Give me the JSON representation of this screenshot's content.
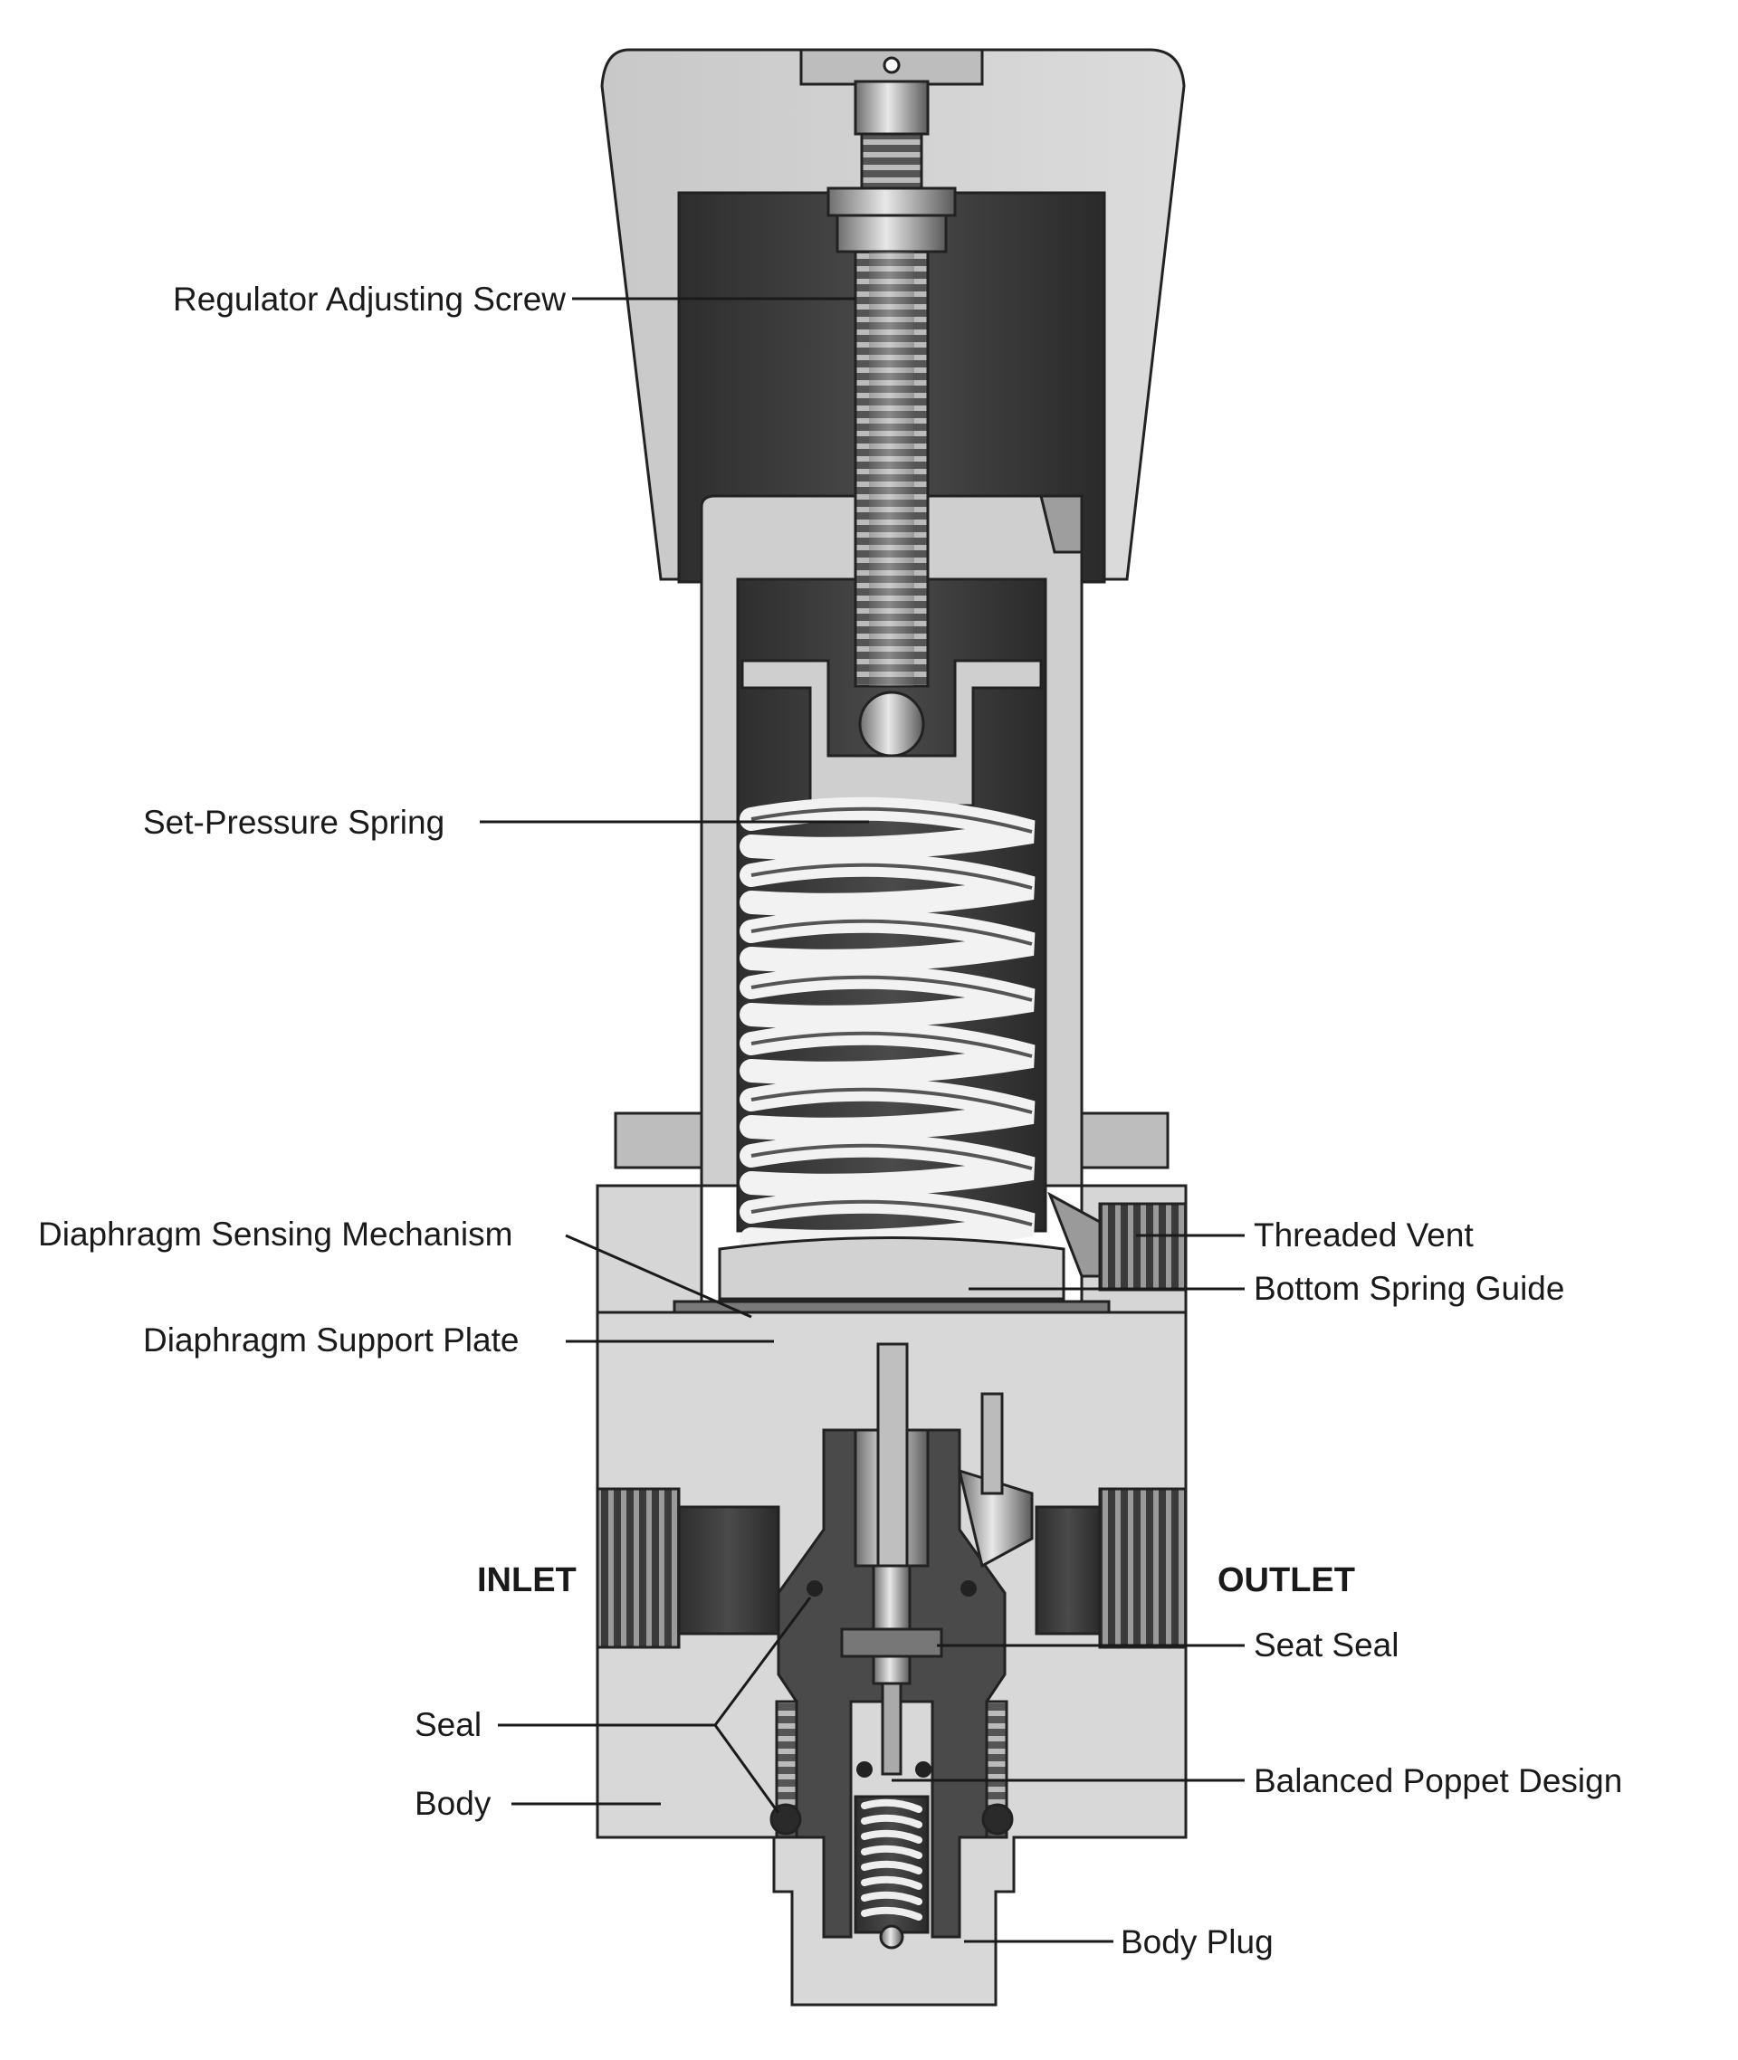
{
  "labels": {
    "adjusting_screw": "Regulator Adjusting Screw",
    "set_pressure_spring": "Set-Pressure Spring",
    "diaphragm_sensing": "Diaphragm Sensing Mechanism",
    "diaphragm_support": "Diaphragm Support Plate",
    "threaded_vent": "Threaded Vent",
    "bottom_spring_guide": "Bottom Spring Guide",
    "inlet": "INLET",
    "outlet": "OUTLET",
    "seat_seal": "Seat Seal",
    "seal": "Seal",
    "body": "Body",
    "balanced_poppet": "Balanced Poppet Design",
    "body_plug": "Body Plug"
  },
  "colors": {
    "body_light": "#d6d6d6",
    "body_mid": "#b8b8b8",
    "dark_chamber": "#3c3c3c",
    "outline": "#222222",
    "metal": "#9a9a9a"
  }
}
